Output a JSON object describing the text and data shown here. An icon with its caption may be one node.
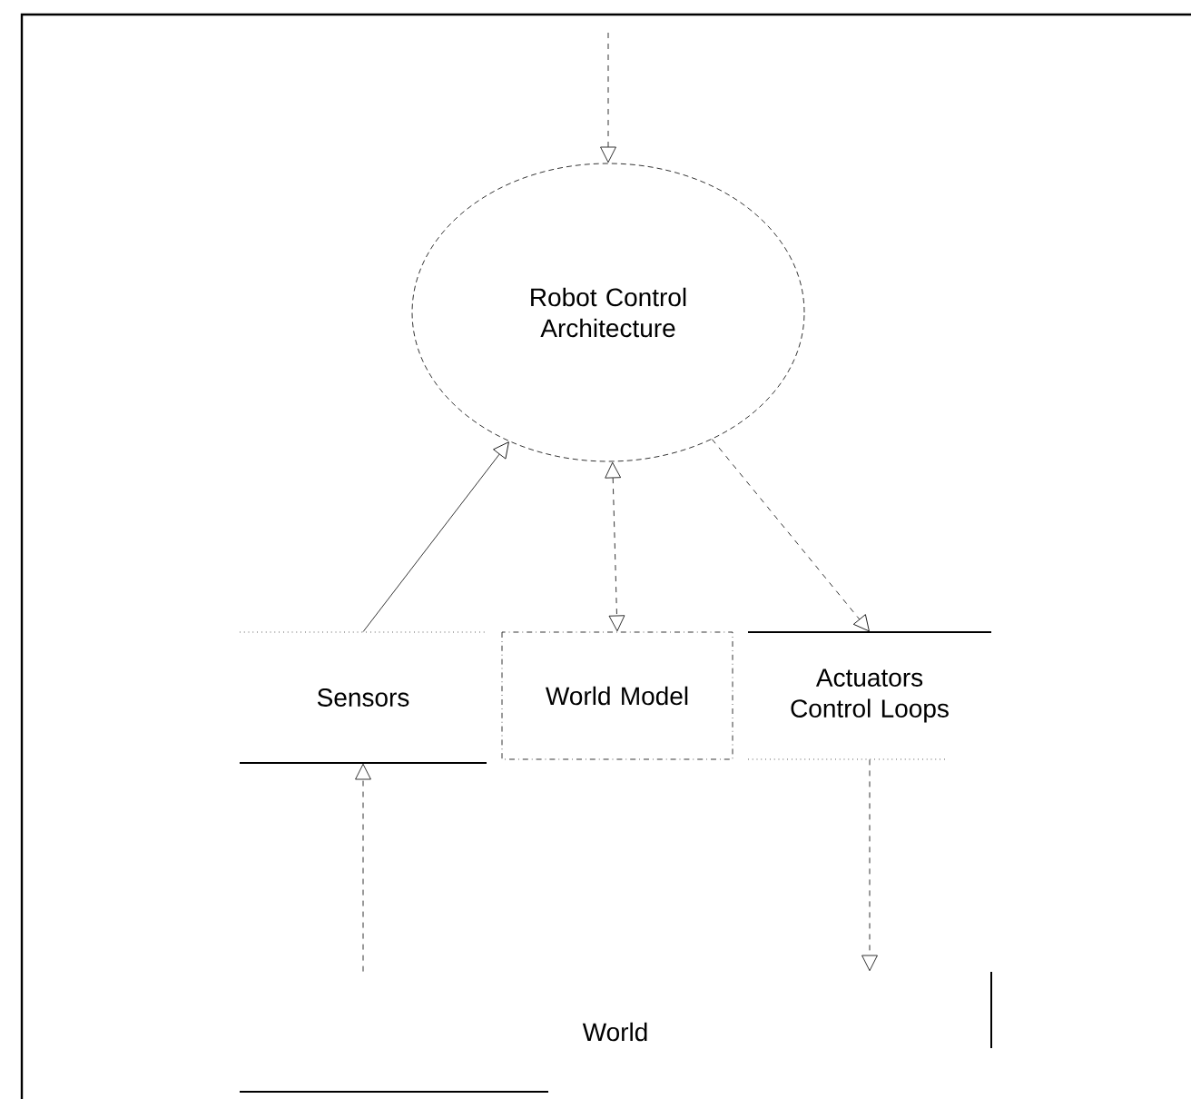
{
  "diagram": {
    "nodes": [
      {
        "text": [
          "Robot Control Architecture"
        ]
      },
      {
        "text": [
          "Sensors"
        ]
      },
      {
        "text": [
          "World Model"
        ]
      },
      {
        "text": [
          "Actuators Control Loops"
        ]
      },
      {
        "text": [
          "World"
        ]
      }
    ],
    "edges": [
      {
        "from": null,
        "to": 0,
        "arrow": "to",
        "style": "dashed"
      },
      {
        "from": 1,
        "to": 0,
        "arrow": "to"
      },
      {
        "from": 0,
        "to": 2,
        "arrow": "both",
        "style": "dashed"
      },
      {
        "from": 0,
        "to": 3,
        "arrow": "to",
        "style": "dashed"
      },
      {
        "from": 4,
        "to": 1,
        "arrow": "to",
        "style": "dashed"
      },
      {
        "from": 3,
        "to": 4,
        "arrow": "to",
        "style": "dashed"
      }
    ]
  }
}
